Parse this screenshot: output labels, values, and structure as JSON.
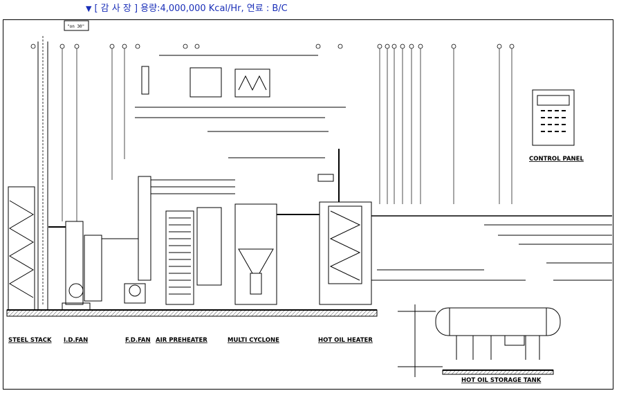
{
  "caption": {
    "marker": "▼",
    "bracket_title": "[ 감 사 장 ]",
    "capacity": "용량:4,000,000 Kcal/Hr, 연료 : B/C"
  },
  "drawing": {
    "corner_tag": "\"on 30\"",
    "labels": {
      "steel_stack": "STEEL STACK",
      "id_fan": "I.D.FAN",
      "fd_fan": "F.D.FAN",
      "air_preheater": "AIR PREHEATER",
      "multi_cyclone": "MULTI CYCLONE",
      "hot_oil_heater": "HOT OIL HEATER",
      "control_panel": "CONTROL PANEL",
      "hot_oil_storage_tank": "HOT OIL STORAGE TANK"
    }
  }
}
